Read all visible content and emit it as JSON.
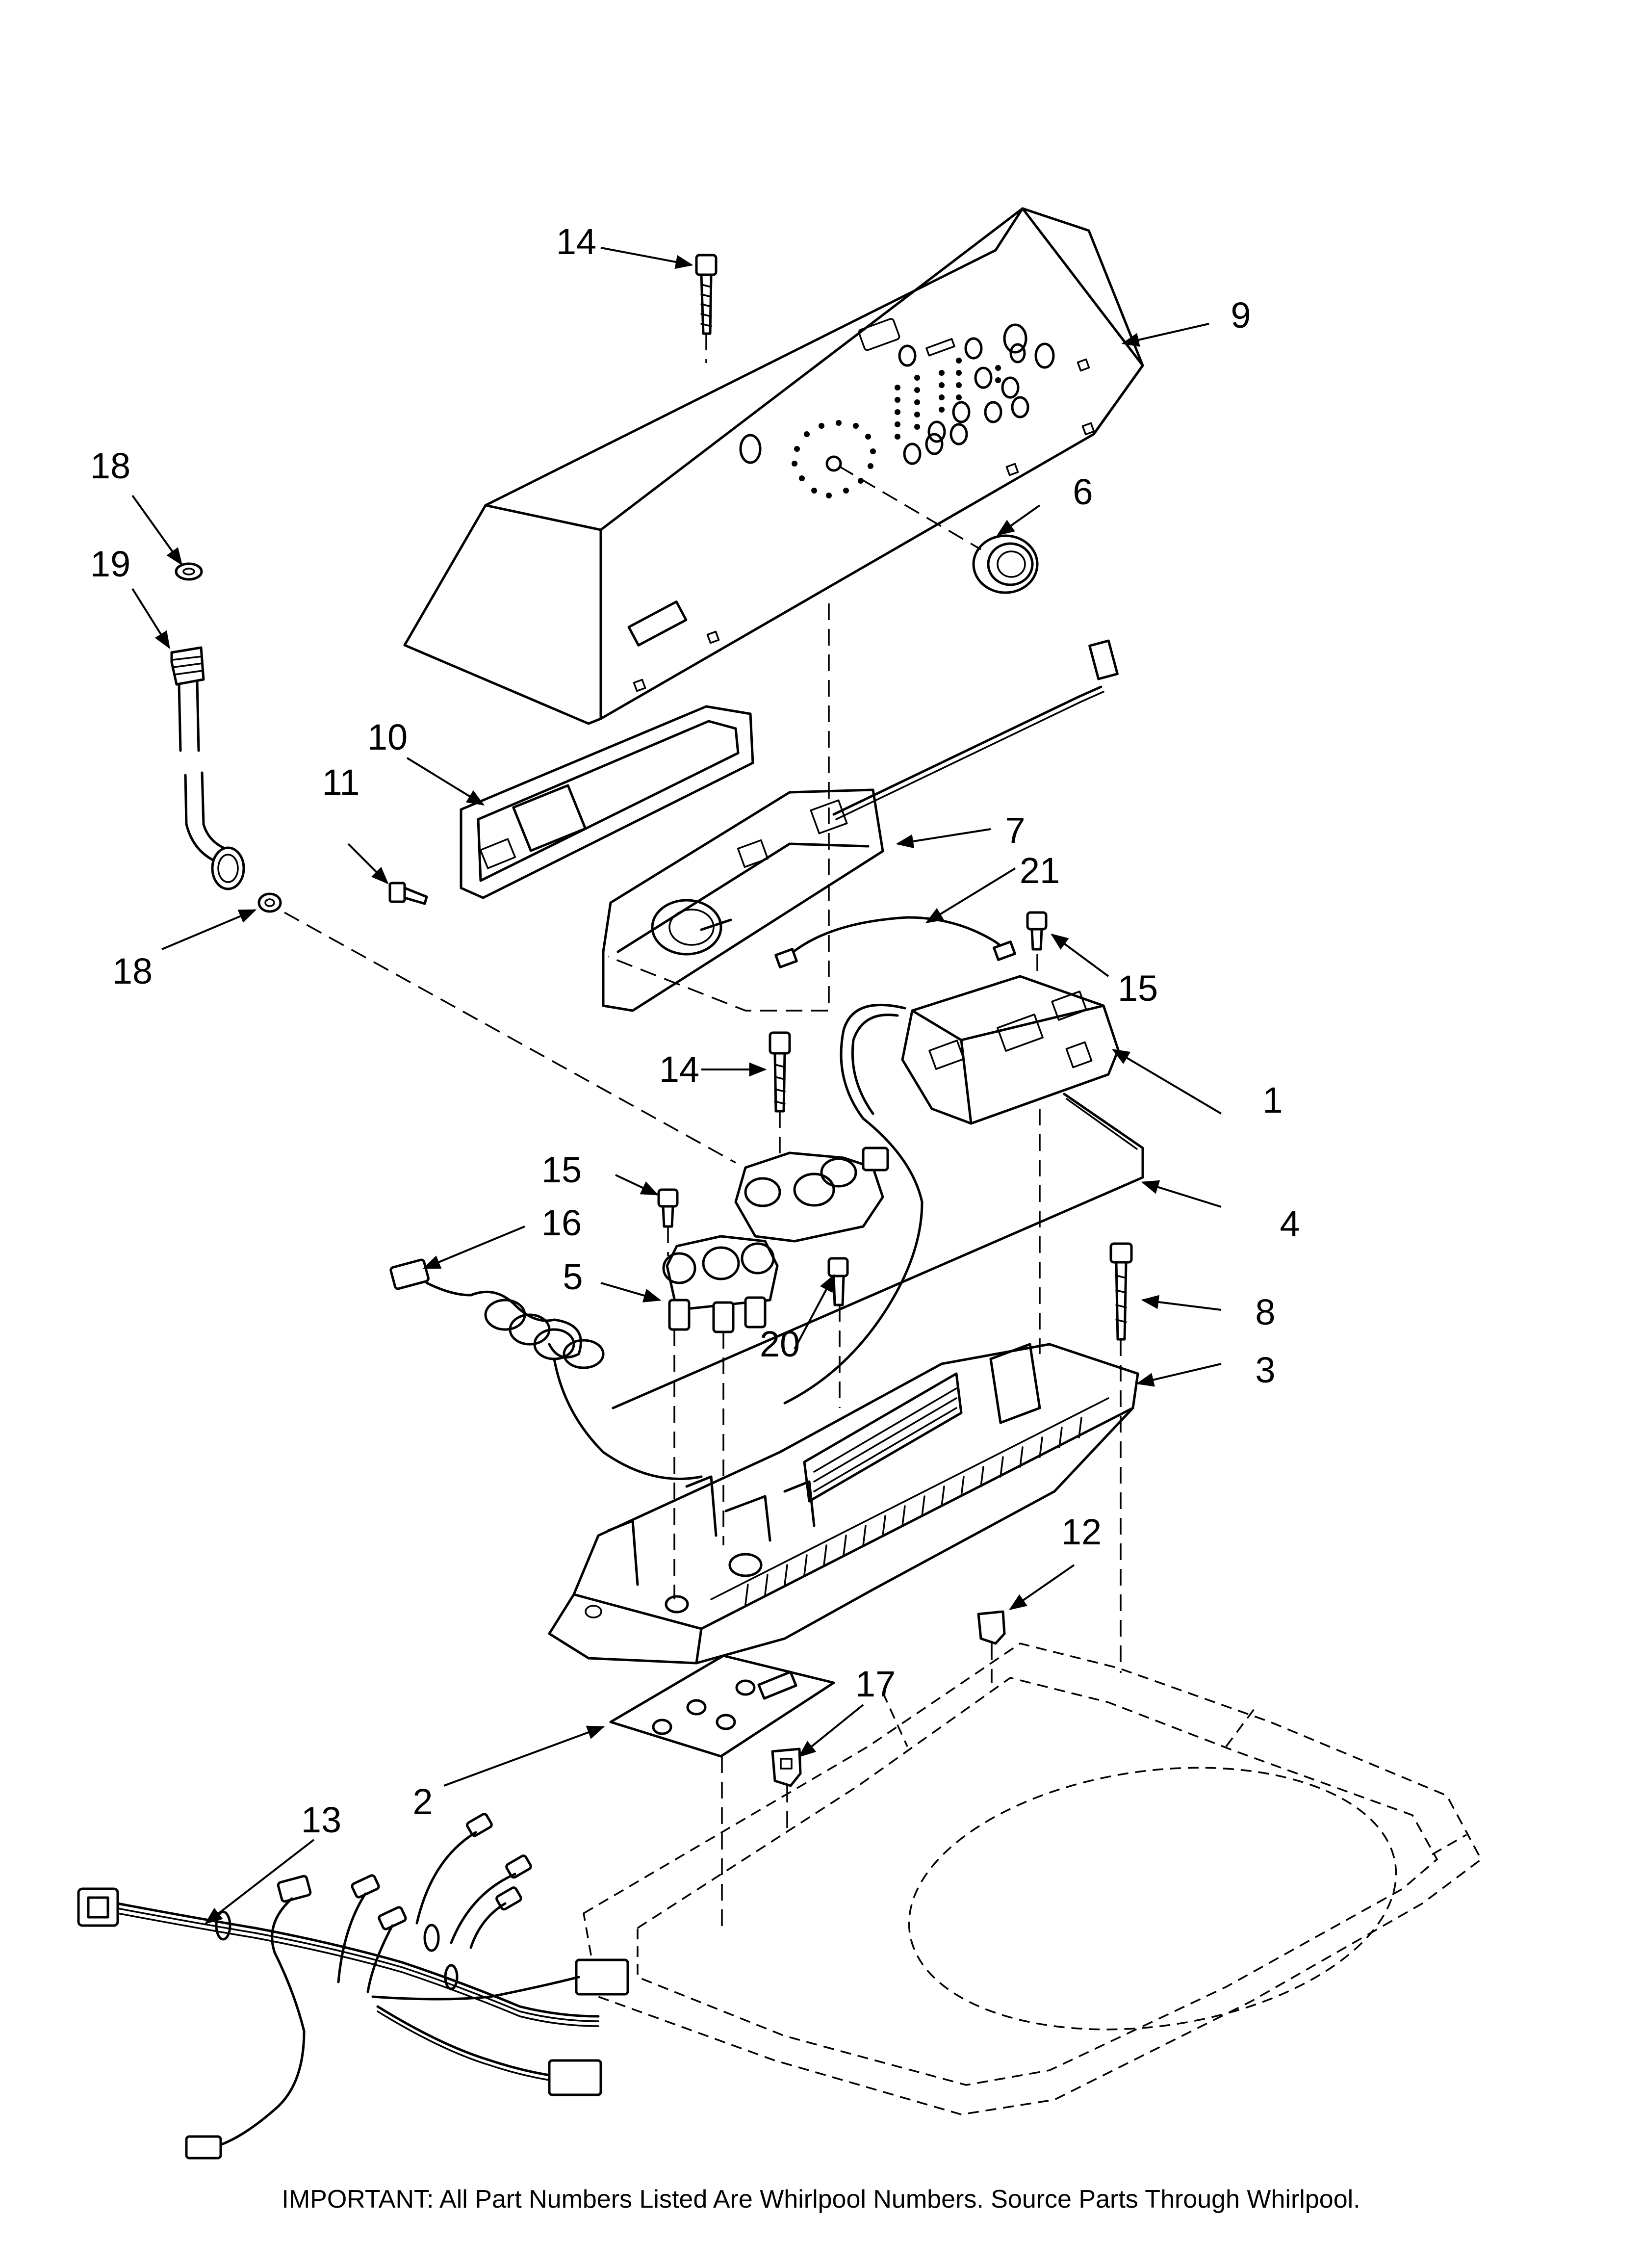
{
  "part_labels": {
    "p1": "1",
    "p2": "2",
    "p3": "3",
    "p4": "4",
    "p5": "5",
    "p6": "6",
    "p7": "7",
    "p8": "8",
    "p9": "9",
    "p10": "10",
    "p11": "11",
    "p12": "12",
    "p13": "13",
    "p14": "14",
    "p15": "15",
    "p16": "16",
    "p17": "17",
    "p18": "18",
    "p19": "19",
    "p20": "20",
    "p21": "21"
  },
  "footer": {
    "note": "IMPORTANT: All Part Numbers Listed Are Whirlpool Numbers. Source Parts Through Whirlpool."
  }
}
